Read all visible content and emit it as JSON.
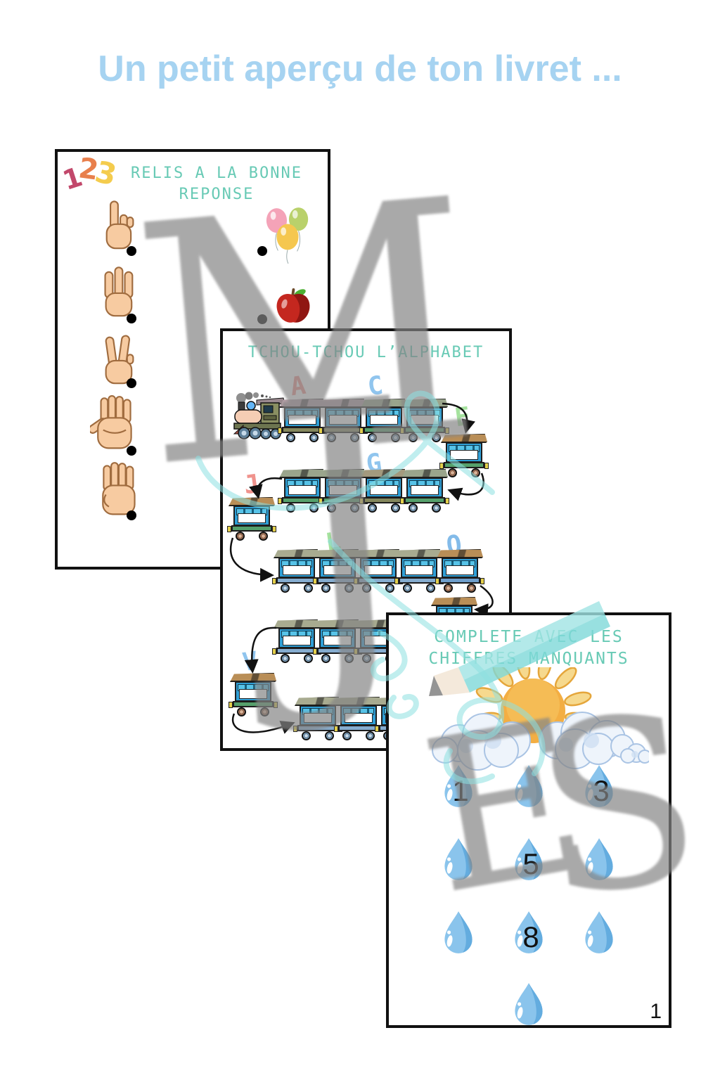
{
  "page": {
    "title": "Un petit aperçu de ton livret ...",
    "title_color": "#a6d3f1",
    "page_number": "1",
    "background": "#ffffff"
  },
  "card1": {
    "badge_digits": [
      {
        "char": "1",
        "color": "#c2486b"
      },
      {
        "char": "2",
        "color": "#e87f4c"
      },
      {
        "char": "3",
        "color": "#f4cc4e"
      }
    ],
    "heading_line1": "RELIS A LA BONNE",
    "heading_line2": "REPONSE",
    "heading_color": "#68cab5",
    "left_items": [
      {
        "icon": "hand-1-finger"
      },
      {
        "icon": "hand-3-fingers"
      },
      {
        "icon": "hand-2-fingers"
      },
      {
        "icon": "hand-5-fingers"
      },
      {
        "icon": "hand-4-fingers"
      }
    ],
    "right_items": [
      {
        "icon": "balloons"
      },
      {
        "icon": "apple"
      }
    ]
  },
  "card2": {
    "heading": "TCHOU-TCHOU L’ALPHABET",
    "heading_color": "#68cab5",
    "letters": [
      {
        "char": "A",
        "color": "#f0938d"
      },
      {
        "char": "C",
        "color": "#90c5ee"
      },
      {
        "char": "E",
        "color": "#a5e29e"
      },
      {
        "char": "G",
        "color": "#90c5ee"
      },
      {
        "char": "J",
        "color": "#f0938d"
      },
      {
        "char": "L",
        "color": "#a5e29e"
      },
      {
        "char": "O",
        "color": "#83bbe9"
      },
      {
        "char": "V",
        "color": "#90c5ee"
      }
    ]
  },
  "card3": {
    "heading_line1": "COMPLETE AVEC LES",
    "heading_line2": "CHIFFRES MANQUANTS",
    "heading_color": "#68cab5",
    "drop_rows": [
      [
        "1",
        "",
        "3"
      ],
      [
        "",
        "5",
        ""
      ],
      [
        "",
        "8",
        ""
      ]
    ],
    "last_drop": ""
  },
  "watermark": {
    "letters": [
      "M",
      "J",
      "E",
      "S"
    ],
    "color": "#858585",
    "swirl_color": "#8de0e1",
    "pencil_color": "#7fd9d9"
  }
}
